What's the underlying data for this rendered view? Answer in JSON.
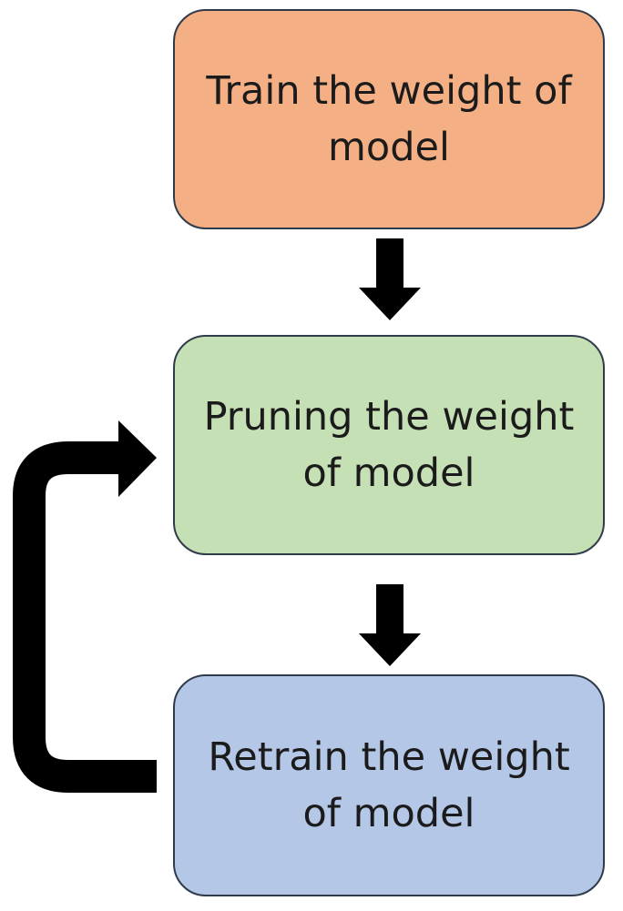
{
  "diagram": {
    "nodes": [
      {
        "id": "train",
        "label": "Train the weight of model",
        "color": "#f4b084"
      },
      {
        "id": "prune",
        "label": "Pruning the weight of model",
        "color": "#c5e0b4"
      },
      {
        "id": "retrain",
        "label": "Retrain the weight of model",
        "color": "#b4c7e7"
      }
    ],
    "edges": [
      {
        "from": "train",
        "to": "prune"
      },
      {
        "from": "prune",
        "to": "retrain"
      },
      {
        "from": "retrain",
        "to": "prune",
        "style": "loop-back"
      }
    ],
    "arrow_color": "#000000"
  }
}
